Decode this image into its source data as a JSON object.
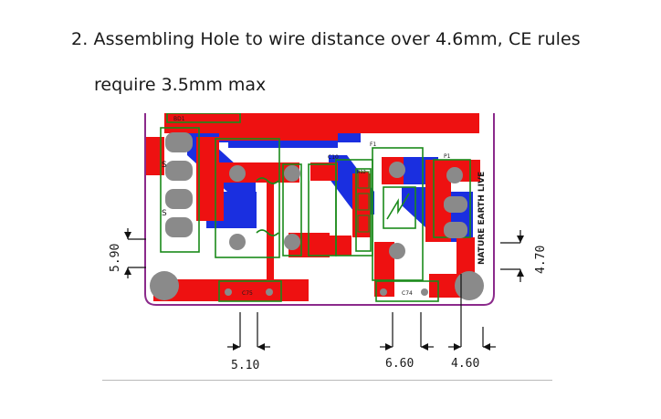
{
  "text": {
    "line1": "2. Assembling Hole to wire distance over 4.6mm, CE rules",
    "line2": "require 3.5mm max"
  },
  "pcb": {
    "silk_labels": {
      "bd1": "BD1",
      "c10": "C10",
      "f1": "F1",
      "p1": "P1",
      "r12": "R12",
      "c75": "C75",
      "c74": "C74",
      "s1": "S",
      "s2": "S",
      "connector": "NATURE EARTH LIVE"
    },
    "dimensions": {
      "left_vertical": "5.90",
      "right_vertical": "4.70",
      "bottom_left": "5.10",
      "bottom_mid": "6.60",
      "bottom_right": "4.60"
    },
    "colors": {
      "trace_red": "#ee1111",
      "trace_blue": "#1a2fe0",
      "board_outline": "#8b2a8b",
      "silk_green": "#1a8a1a",
      "pad_gray": "#8a8a8a"
    }
  }
}
